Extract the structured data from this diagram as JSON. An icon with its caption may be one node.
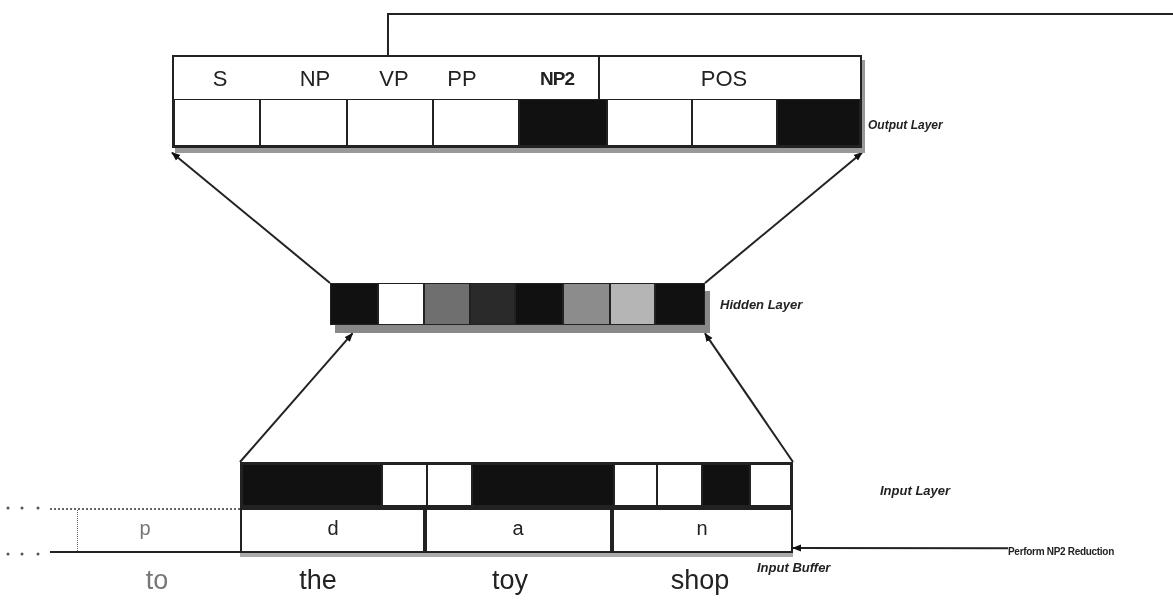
{
  "diagram": {
    "nodes": [
      {
        "text": [
          "S",
          "NP",
          "VP",
          "PP",
          "NP2",
          "POS"
        ],
        "beside": [
          "Output Layer"
        ]
      },
      {
        "text": [],
        "shape": "bar",
        "beside": [
          "Hidden Layer"
        ]
      },
      {
        "text": [],
        "shape": "bar"
      },
      {
        "text": [
          "p",
          "d",
          "a",
          "n"
        ],
        "beside": [
          "Input Buffer"
        ]
      },
      {
        "text": [
          "Perform NP2 Reduction"
        ]
      }
    ],
    "edges": [
      {
        "from": 2,
        "to": 1,
        "arrow": "to"
      },
      {
        "from": 2,
        "to": 1,
        "arrow": "to"
      },
      {
        "from": 1,
        "to": 0,
        "arrow": "to"
      },
      {
        "from": 1,
        "to": 0,
        "arrow": "to"
      },
      {
        "from": 4,
        "to": 3,
        "arrow": "to"
      },
      {
        "from": 0,
        "to": null,
        "arrow": "none"
      }
    ],
    "labels": [
      "Input Layer",
      "to",
      "the",
      "toy",
      "shop"
    ]
  }
}
